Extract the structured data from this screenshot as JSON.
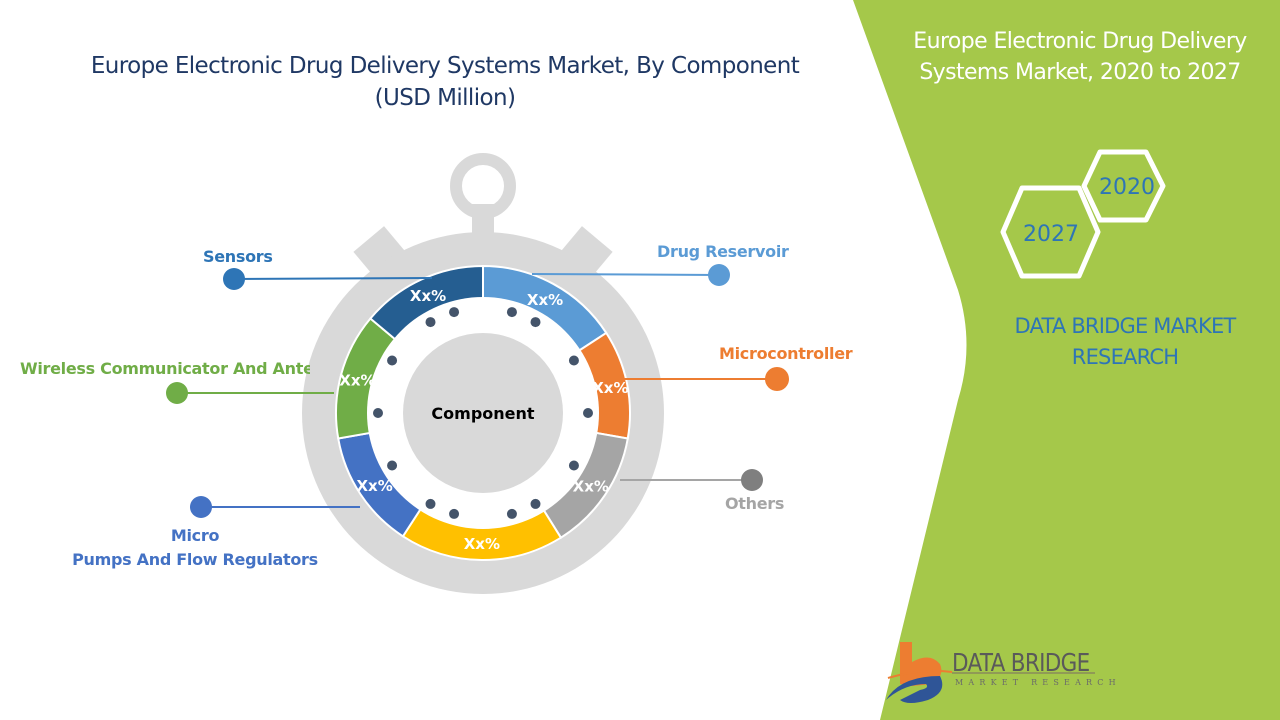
{
  "chart_data": {
    "type": "pie",
    "variant": "donut",
    "title": "Europe Electronic Drug Delivery Systems Market, By Component",
    "subtitle": "(USD Million)",
    "center_label": "Component",
    "segments": [
      {
        "name": "Drug Reservoir",
        "value_label": "Xx%",
        "color": "#5b9bd5",
        "share_deg": 57
      },
      {
        "name": "Microcontroller",
        "value_label": "Xx%",
        "color": "#ed7d31",
        "share_deg": 43
      },
      {
        "name": "Others",
        "value_label": "Xx%",
        "color": "#a5a5a5",
        "share_deg": 48
      },
      {
        "name": "",
        "value_label": "Xx%",
        "color": "#ffc000",
        "share_deg": 65
      },
      {
        "name": "Micro\nPumps And Flow Regulators",
        "value_label": "Xx%",
        "color": "#4472c4",
        "share_deg": 47
      },
      {
        "name": "Wireless Communicator And Anten",
        "value_label": "Xx%",
        "color": "#70ad47",
        "share_deg": 50
      },
      {
        "name": "Sensors",
        "value_label": "Xx%",
        "color": "#255e91",
        "share_deg": 50
      }
    ]
  },
  "labels": {
    "sensors": "Sensors",
    "wireless": "Wireless Communicator And Anten",
    "micro_line1": "Micro",
    "micro_line2": "Pumps And Flow Regulators",
    "drug_reservoir": "Drug Reservoir",
    "microcontroller": "Microcontroller",
    "others": "Others"
  },
  "side_panel": {
    "title_line1": "Europe Electronic Drug Delivery",
    "title_line2": "Systems Market, 2020 to 2027",
    "year_start": "2020",
    "year_end": "2027",
    "brand_line1": "DATA BRIDGE MARKET",
    "brand_line2": "RESEARCH",
    "panel_color": "#a5c84a"
  },
  "logo": {
    "name": "DATA BRIDGE",
    "tagline": "MARKET RESEARCH"
  },
  "colors": {
    "title": "#1f3864",
    "watch_body": "#d9d9d9",
    "dot": "#44546a"
  }
}
